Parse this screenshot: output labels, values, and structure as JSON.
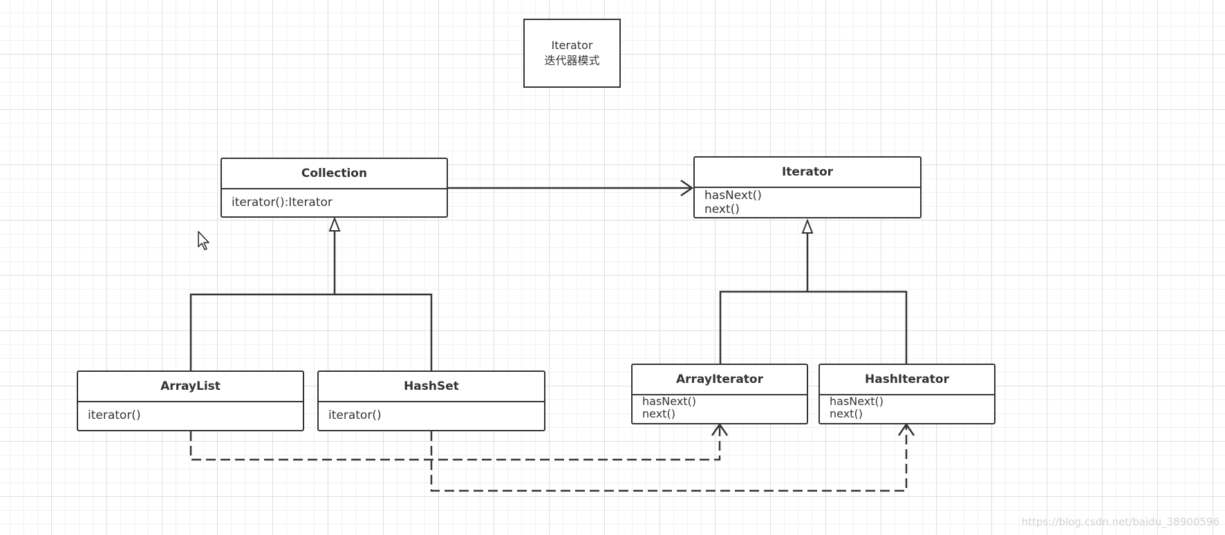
{
  "title_box": {
    "line1": "Iterator",
    "line2": "迭代器模式"
  },
  "classes": {
    "collection": {
      "name": "Collection",
      "methods": [
        "iterator():Iterator"
      ]
    },
    "iterator": {
      "name": "Iterator",
      "methods": [
        "hasNext()",
        "next()"
      ]
    },
    "array_list": {
      "name": "ArrayList",
      "methods": [
        "iterator()"
      ]
    },
    "hash_set": {
      "name": "HashSet",
      "methods": [
        "iterator()"
      ]
    },
    "array_iterator": {
      "name": "ArrayIterator",
      "methods": [
        "hasNext()",
        "next()"
      ]
    },
    "hash_iterator": {
      "name": "HashIterator",
      "methods": [
        "hasNext()",
        "next()"
      ]
    }
  },
  "watermark": "https://blog.csdn.net/baidu_38900596"
}
